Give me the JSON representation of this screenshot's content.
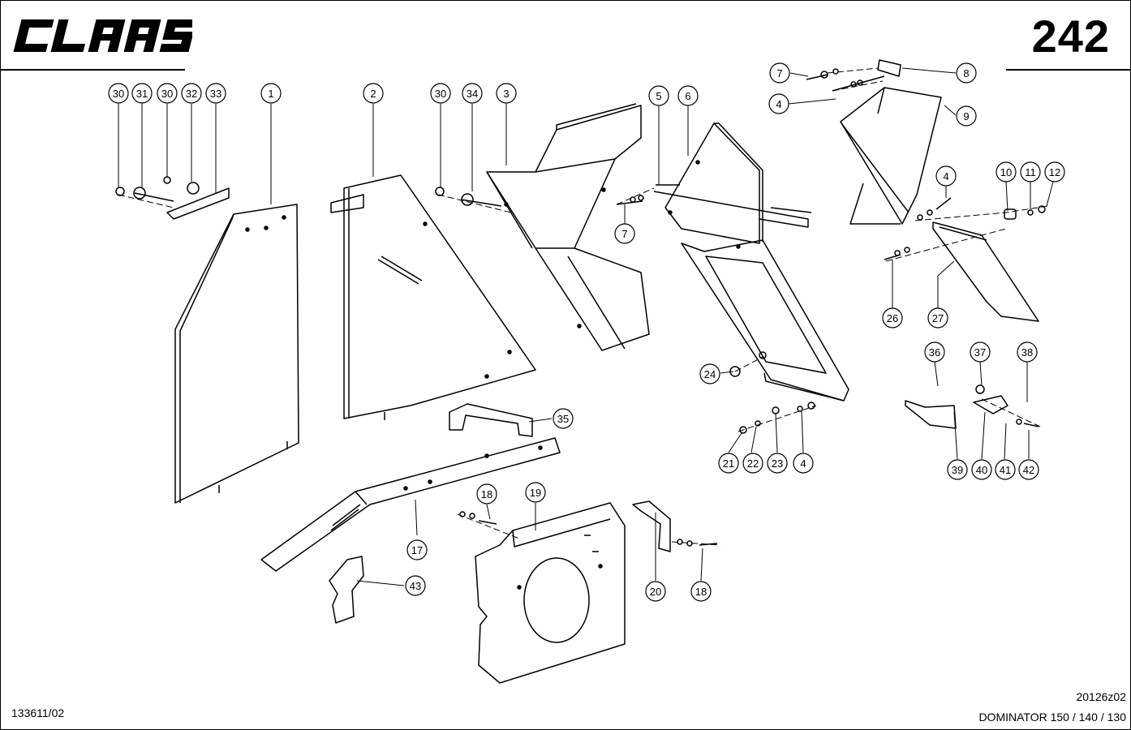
{
  "brand": "CLAAS",
  "page_number": "242",
  "document_number": "133611/02",
  "drawing_code": "20126z02",
  "model": "DOMINATOR 150 / 140 / 130",
  "callouts": [
    "30",
    "31",
    "30",
    "32",
    "33",
    "1",
    "2",
    "30",
    "34",
    "3",
    "5",
    "6",
    "7",
    "4",
    "8",
    "9",
    "4",
    "10",
    "11",
    "12",
    "7",
    "26",
    "27",
    "24",
    "36",
    "37",
    "38",
    "21",
    "22",
    "23",
    "4",
    "39",
    "40",
    "41",
    "42",
    "35",
    "17",
    "18",
    "19",
    "20",
    "18",
    "43"
  ]
}
